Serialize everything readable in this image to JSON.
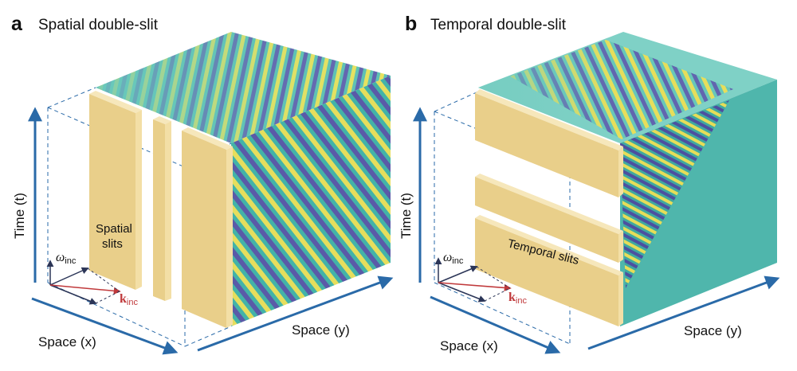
{
  "panel_a": {
    "letter": "a",
    "title": "Spatial double-slit",
    "y_axis_label": "Time (t)",
    "x_axis_label": "Space (x)",
    "depth_axis_label": "Space (y)",
    "slits_label_line1": "Spatial",
    "slits_label_line2": "slits",
    "omega_label": "ω",
    "omega_sub": "inc",
    "k_label": "k",
    "k_sub": "inc"
  },
  "panel_b": {
    "letter": "b",
    "title": "Temporal double-slit",
    "y_axis_label": "Time (t)",
    "x_axis_label": "Space (x)",
    "depth_axis_label": "Space (y)",
    "slits_label": "Temporal slits",
    "omega_label": "ω",
    "omega_sub": "inc",
    "k_label": "k",
    "k_sub": "inc"
  },
  "colors": {
    "axis_blue": "#2a6aa8",
    "slit_fill": "#e9cf8a",
    "slit_edge": "#f6e7bb",
    "k_red": "#c0393b",
    "omega_navy": "#2b3557",
    "field_teal": "#3fb3a6",
    "wave_yellow": "#e8e05a",
    "wave_purple": "#5a5aa8"
  }
}
